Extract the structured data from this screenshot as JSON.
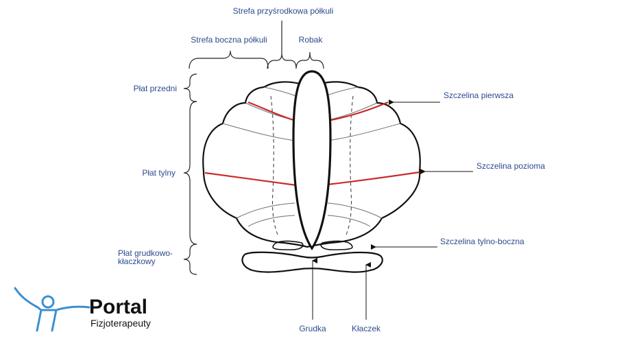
{
  "diagram": {
    "top_labels": {
      "paravermal_zone": "Strefa przyśrodkowa półkuli",
      "lateral_zone": "Strefa boczna półkuli",
      "vermis": "Robak"
    },
    "left_labels": {
      "anterior_lobe": "Płat przedni",
      "posterior_lobe": "Płat tylny",
      "flocculonodular_lobe_line1": "Płat grudkowo-",
      "flocculonodular_lobe_line2": "kłaczkowy"
    },
    "right_labels": {
      "primary_fissure": "Szczelina pierwsza",
      "horizontal_fissure": "Szczelina pozioma",
      "posterolateral_fissure": "Szczelina tylno-boczna"
    },
    "bottom_labels": {
      "nodule": "Grudka",
      "flocculus": "Kłaczek"
    },
    "colors": {
      "label_text": "#2c4a8c",
      "fissure_red": "#c82a2a",
      "logo_blue": "#3a8fd0"
    }
  },
  "logo": {
    "brand": "Portal",
    "subtitle": "Fizjoterapeuty",
    "icon": "person-arms-raised-icon"
  }
}
